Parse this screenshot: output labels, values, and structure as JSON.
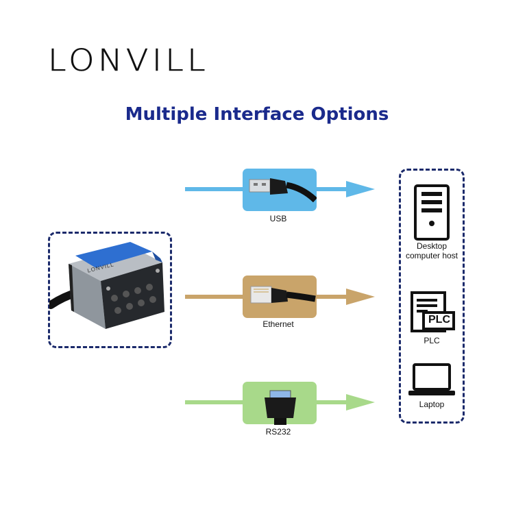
{
  "brand": {
    "name": "LONVILL"
  },
  "headline": "Multiple Interface Options",
  "device_brand_mark": "LONVILL",
  "interfaces": [
    {
      "label": "USB",
      "color": "#5fb8e8",
      "tile": "#5fb8e8"
    },
    {
      "label": "Ethernet",
      "color": "#c9a46a",
      "tile": "#c9a46a"
    },
    {
      "label": "RS232",
      "color": "#a8d98a",
      "tile": "#a8d98a"
    }
  ],
  "targets": [
    {
      "label": "Desktop computer host",
      "icon": "desktop-tower-icon"
    },
    {
      "label": "PLC",
      "icon": "plc-icon",
      "icon_text": "PLC"
    },
    {
      "label": "Laptop",
      "icon": "laptop-icon"
    }
  ],
  "colors": {
    "headline": "#1a2a8c",
    "dashed_border": "#1b2a6b"
  }
}
